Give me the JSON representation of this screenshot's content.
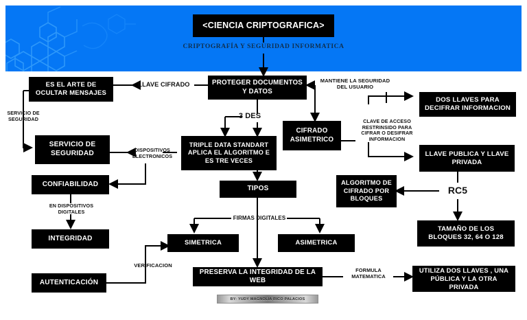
{
  "header": {
    "title": "<CIENCIA CRIPTOGRAFICA>",
    "subtitle": "CRIPTOGRAFÍA Y SEGURIDAD INFORMATICA",
    "background_color": "#0577F5",
    "pattern_icon": "hexagon-molecule-pattern"
  },
  "nodes": {
    "ciencia": "<CIENCIA CRIPTOGRAFICA>",
    "ocultar": "ES EL ARTE DE OCULTAR MENSAJES",
    "proteger": "PROTEGER DOCUMENTOS Y DATOS",
    "dos_llaves": "DOS LLAVES PARA DECIFRAR INFORMACION",
    "servicio": "SERVICIO DE SEGURIDAD",
    "cifrado_asimetrico": "CIFRADO ASIMETRICO",
    "triple": "TRIPLE DATA STANDART APLICA EL ALGORITMO E ES TRE VECES",
    "llave_publica": "LLAVE PUBLICA Y LLAVE PRIVADA",
    "confiabilidad": "CONFIABILIDAD",
    "tipos": "TIPOS",
    "algoritmo_bloques": "ALGORITMO DE CIFRADO POR BLOQUES",
    "integridad": "INTEGRIDAD",
    "simetrica": "SIMETRICA",
    "asimetrica": "ASIMETRICA",
    "tamano_bloques": "TAMAÑO DE LOS BLOQUES 32, 64 O 128",
    "autenticacion": "AUTENTICACIÓN",
    "preserva": "PRESERVA LA INTEGRIDAD DE LA WEB",
    "utiliza": "UTILIZA DOS LLAVES , UNA PÚBLICA Y LA OTRA PRIVADA"
  },
  "edge_labels": {
    "llave_cifrado": "LLAVE CIFRADO",
    "mantiene": "MANTIENE LA SEGURIDAD DEL USUARIO",
    "servicio_seguridad": "SERVICIO DE SEGURIDAD",
    "tres_des": "3 DES",
    "clave_acceso": "CLAVE DE ACCESO RESTRINSIDO PARA CIFRAR O DESIFRAR INFORMACION",
    "dispositivos": "DISPOSITIVOS ELECTRONICOS",
    "rc5": "RC5",
    "en_dispositivos": "EN DISPOSITIVOS DIGITALES",
    "firmas": "FIRMAS DIGITALES",
    "verificacion": "VERIFICACION",
    "formula": "FORMULA MATEMATICA"
  },
  "credit": {
    "text": "BY:  YUDY MAGNOLIA RICO PALACIOS"
  },
  "colors": {
    "banner_blue": "#0577F5",
    "box_fill": "#000000",
    "box_text": "#FFFFFF",
    "label_text": "#111111"
  }
}
